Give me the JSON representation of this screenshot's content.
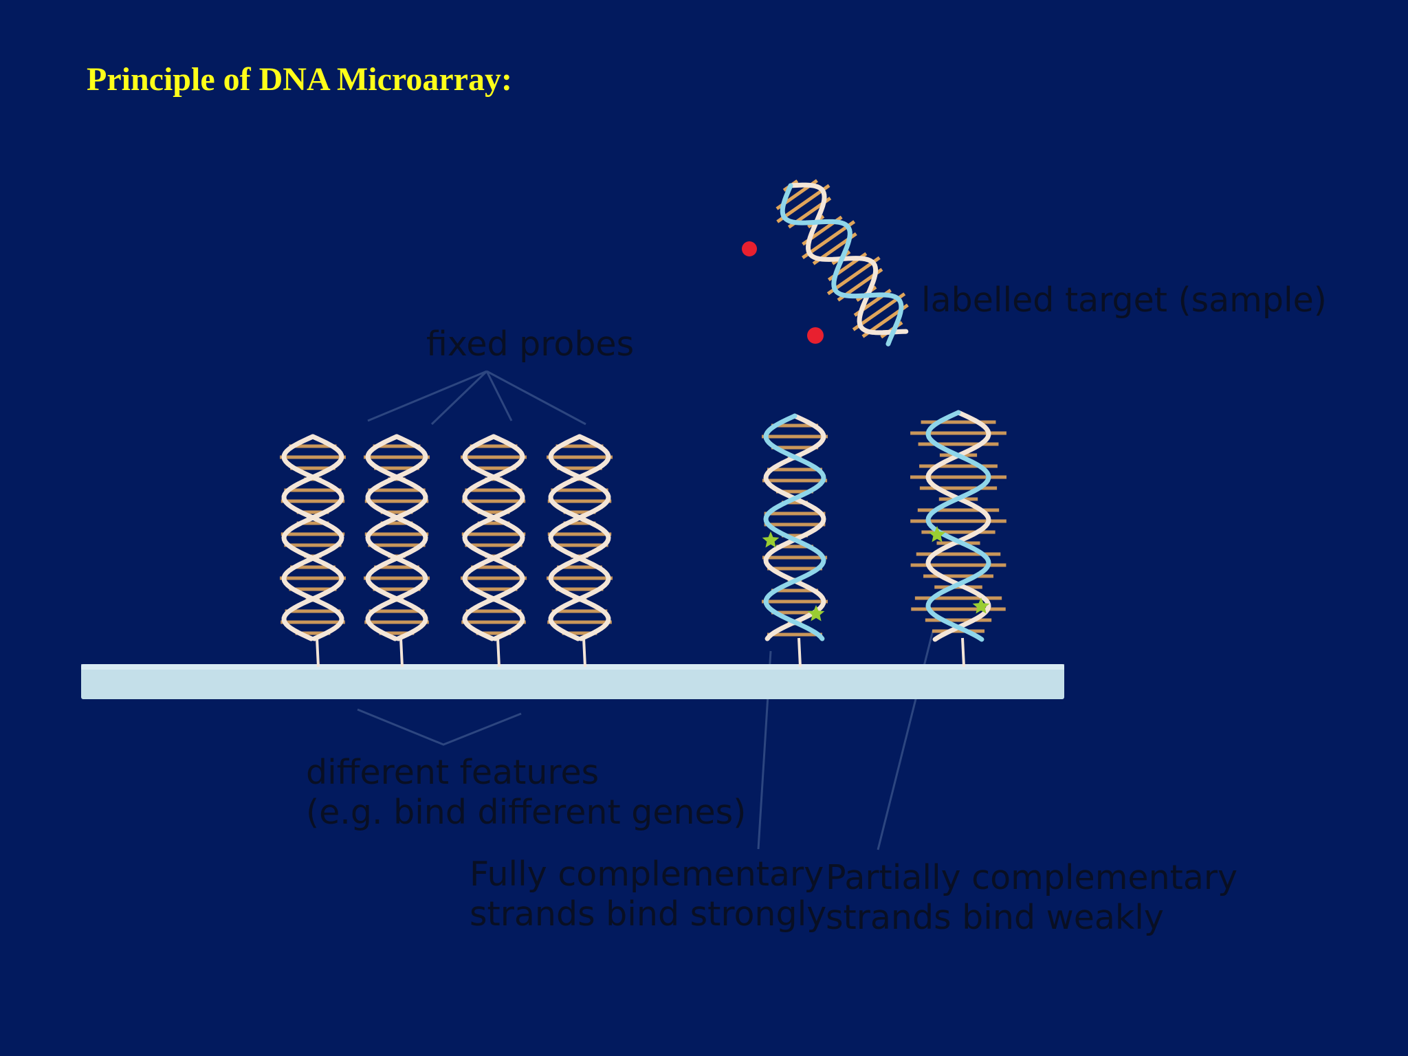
{
  "slide": {
    "title": "Principle of DNA Microarray:"
  },
  "diagram": {
    "labels": {
      "fixed_probes": "fixed probes",
      "labelled_target": "labelled target (sample)",
      "features_line1": "different features",
      "features_line2": "(e.g. bind different genes)",
      "full_line1": "Fully complementary",
      "full_line2": "strands bind strongly",
      "partial_line1": "Partially complementary",
      "partial_line2": "strands bind weakly"
    }
  },
  "colors": {
    "background": "#021a5e",
    "title": "#ffff1a",
    "slide_substrate": "#c4dfe9",
    "strand_pale": "#f4e6d8",
    "strand_cyan": "#8fd6ea",
    "base_pair": "#e0a55a",
    "label_marker": "#e8202f",
    "fluor_star": "#9acd32"
  },
  "icons": [
    "dna-helix-icon",
    "star-icon",
    "marker-dot-icon"
  ]
}
